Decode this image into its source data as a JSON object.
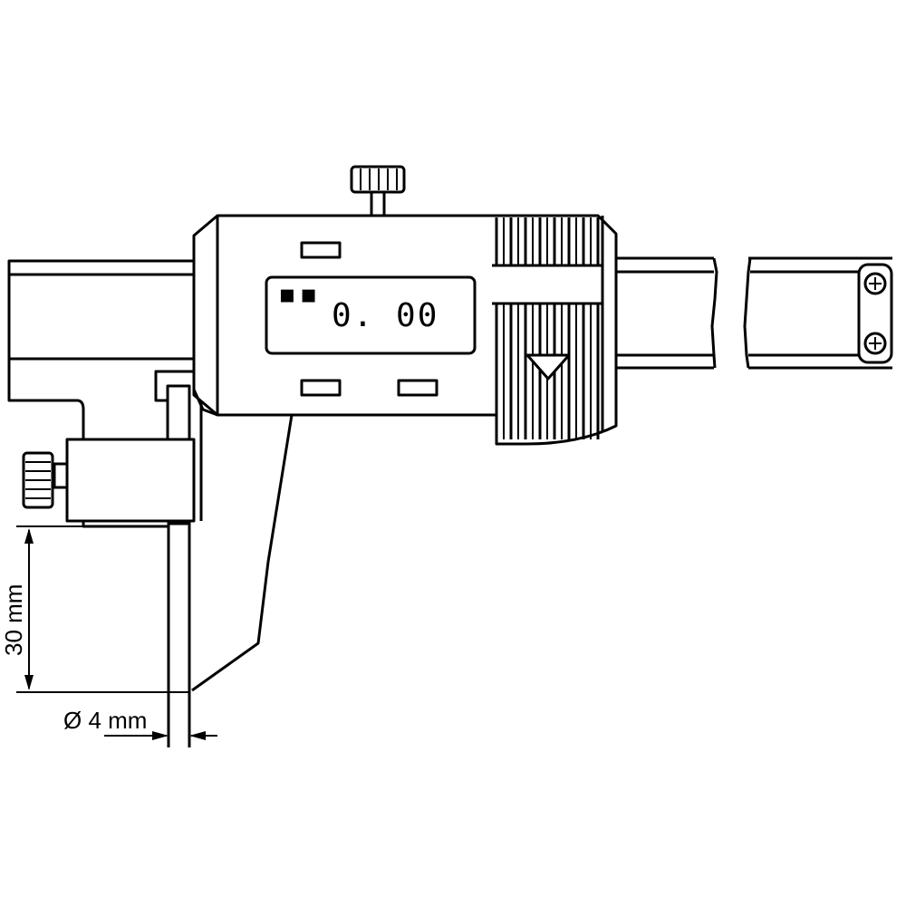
{
  "diagram": {
    "title": "Digital caliper with offset round measuring pins",
    "display": {
      "reading": "0. 00",
      "indicators": "▪▪"
    },
    "dimensions": {
      "pin_length_label": "30 mm",
      "pin_diameter_label": "Ø 4 mm"
    },
    "parts": [
      "fixed-jaw",
      "beam",
      "slider-housing",
      "lcd-display",
      "locking-screw",
      "thumb-grip",
      "depth-pin-holder",
      "adjustment-knob",
      "measuring-pin",
      "end-cap-with-screws"
    ],
    "colors": {
      "line": "#000000",
      "background": "#ffffff"
    }
  }
}
